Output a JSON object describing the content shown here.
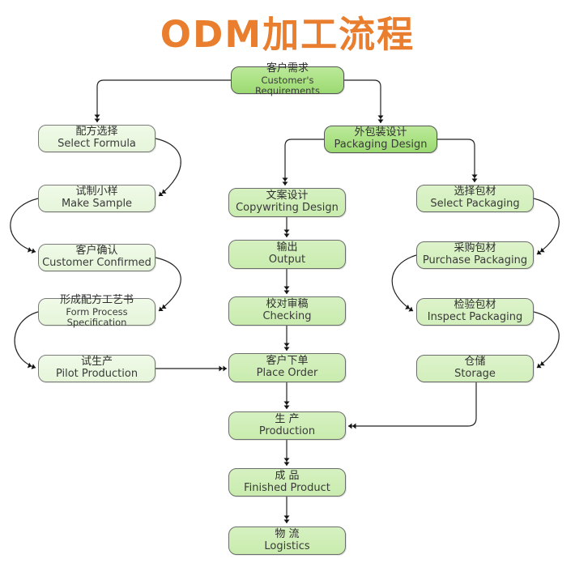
{
  "title": "ODM加工流程",
  "colors": {
    "title_orange": "#E87E2E",
    "node_dark_green": "#A5DF7D",
    "node_mid_green": "#C9ECAE",
    "node_light_green": "#D2EFBC",
    "node_pale_green": "#E6F5DA",
    "connector_line": "#222222"
  },
  "nodes": {
    "customer_requirements": {
      "cn": "客户需求",
      "en": "Customer's Requirements"
    },
    "select_formula": {
      "cn": "配方选择",
      "en": "Select Formula"
    },
    "packaging_design": {
      "cn": "外包装设计",
      "en": "Packaging Design"
    },
    "make_sample": {
      "cn": "试制小样",
      "en": "Make Sample"
    },
    "copywriting_design": {
      "cn": "文案设计",
      "en": "Copywriting Design"
    },
    "select_packaging": {
      "cn": "选择包材",
      "en": "Select Packaging"
    },
    "customer_confirmed": {
      "cn": "客户确认",
      "en": "Customer Confirmed"
    },
    "output": {
      "cn": "输出",
      "en": "Output"
    },
    "purchase_packaging": {
      "cn": "采购包材",
      "en": "Purchase Packaging"
    },
    "form_process_specification": {
      "cn": "形成配方工艺书",
      "en": "Form Process Specification"
    },
    "checking": {
      "cn": "校对审稿",
      "en": "Checking"
    },
    "inspect_packaging": {
      "cn": "检验包材",
      "en": "Inspect Packaging"
    },
    "pilot_production": {
      "cn": "试生产",
      "en": "Pilot Production"
    },
    "place_order": {
      "cn": "客户下单",
      "en": "Place Order"
    },
    "storage": {
      "cn": "仓储",
      "en": "Storage"
    },
    "production": {
      "cn": "生  产",
      "en": "Production"
    },
    "finished_product": {
      "cn": "成  品",
      "en": "Finished Product"
    },
    "logistics": {
      "cn": "物  流",
      "en": "Logistics"
    }
  }
}
